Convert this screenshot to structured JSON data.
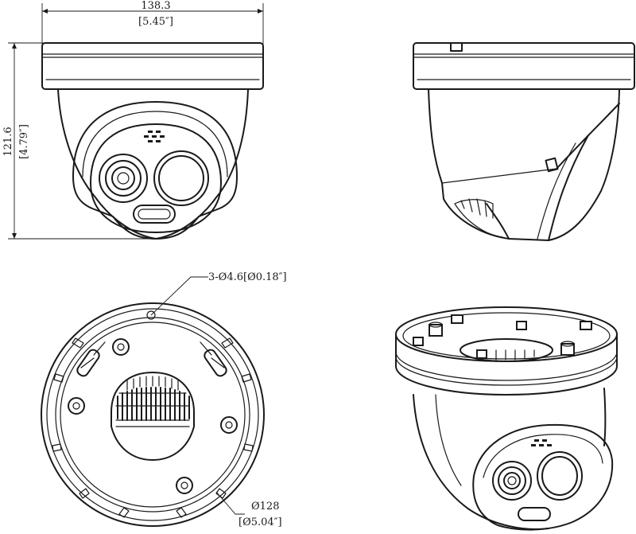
{
  "dimensions": {
    "width_mm": "138.3",
    "width_in": "[5.45″]",
    "height_mm": "121.6",
    "height_in": "[4.79″]",
    "holes": "3-Ø4.6[Ø0.18″]",
    "base_diameter_mm": "Ø128",
    "base_diameter_in": "[Ø5.04″]"
  },
  "views": [
    "front-view",
    "side-view",
    "bottom-view",
    "isometric-view"
  ]
}
